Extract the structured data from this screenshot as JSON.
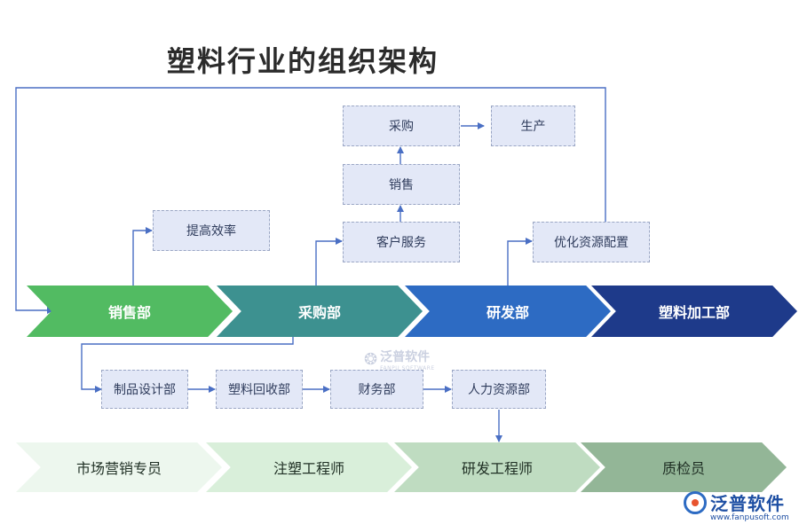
{
  "title": "塑料行业的组织架构",
  "main_stages": [
    "销售部",
    "采购部",
    "研发部",
    "塑料加工部"
  ],
  "upper_boxes": {
    "efficiency": "提高效率",
    "customer_service": "客户服务",
    "sales": "销售",
    "purchase": "采购",
    "production": "生产",
    "optimize": "优化资源配置"
  },
  "lower_boxes": [
    "制品设计部",
    "塑料回收部",
    "财务部",
    "人力资源部"
  ],
  "bottom_stages": [
    "市场营销专员",
    "注塑工程师",
    "研发工程师",
    "质检员"
  ],
  "watermark": {
    "name": "泛普软件",
    "sub": "FANPU SOFTWARE"
  },
  "logo": {
    "name": "泛普软件",
    "url": "www.fanpusoft.com"
  },
  "colors": {
    "line": "#4a6fc4",
    "box_fill": "#e3e8f7",
    "stage_green": "#52bb62",
    "stage_teal": "#3d9190",
    "stage_blue": "#2d6bc3",
    "stage_navy": "#1e3a8a"
  }
}
